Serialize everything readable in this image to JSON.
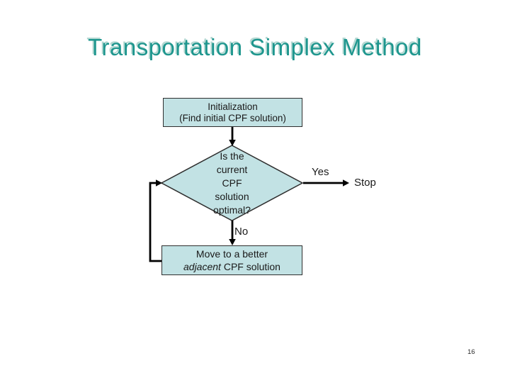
{
  "slide": {
    "title": "Transportation Simplex Method",
    "page_number": "16",
    "colors": {
      "title_color": "#1E968E",
      "shadow_color": "#B4D8D2",
      "box_fill": "#C2E2E4",
      "box_border": "#2F2F2F",
      "arrow_color": "#000000",
      "text_color": "#1A1A1A"
    }
  },
  "flowchart": {
    "init_box": {
      "line1": "Initialization",
      "line2": "(Find initial CPF solution)"
    },
    "decision_diamond": {
      "lines": [
        "Is the",
        "current",
        "CPF",
        "solution",
        "optimal?"
      ]
    },
    "yes_label": "Yes",
    "stop_label": "Stop",
    "no_label": "No",
    "move_box": {
      "line1": "Move to a better",
      "line2_italic": "adjacent",
      "line2_rest": " CPF solution"
    }
  }
}
